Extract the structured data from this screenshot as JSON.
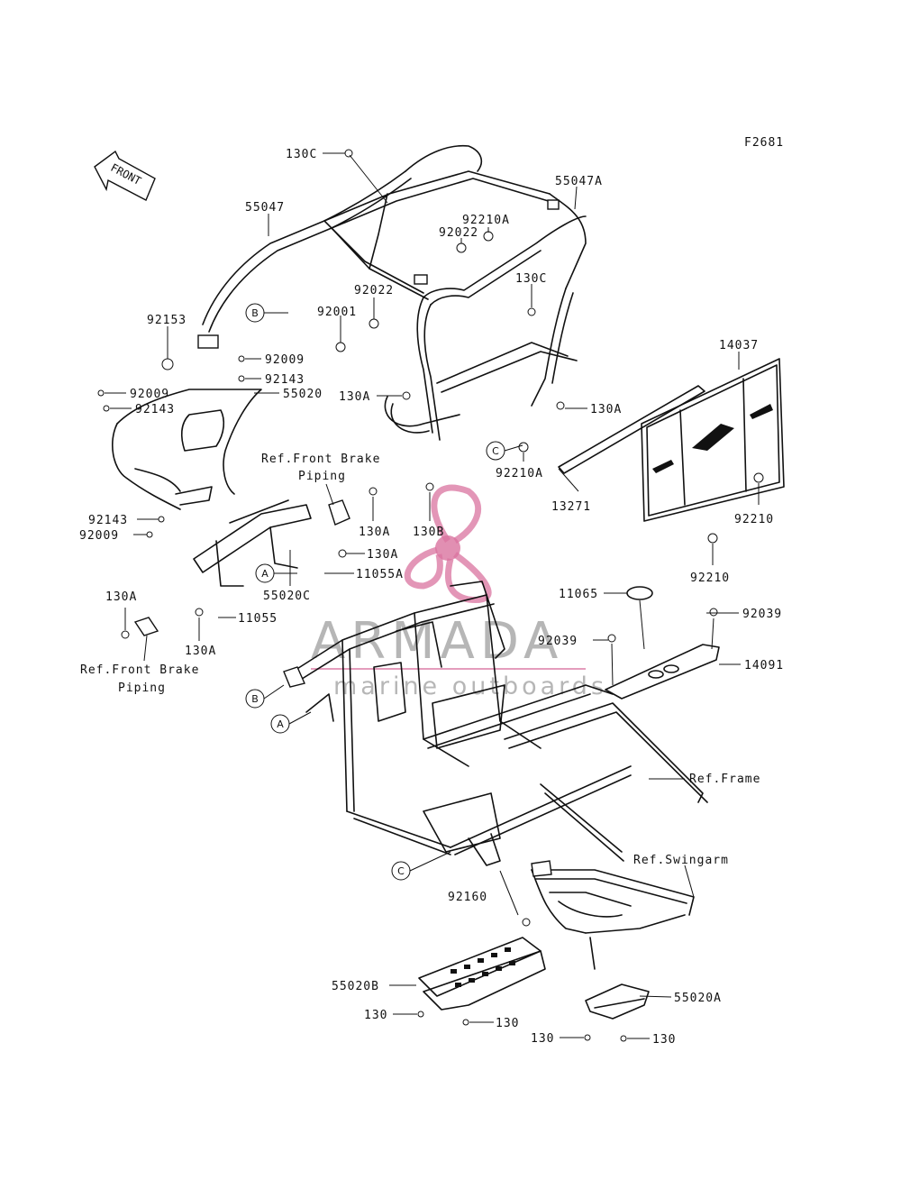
{
  "figure_code": "F2681",
  "front_arrow_label": "FRONT",
  "watermark": {
    "brand": "ARMADA",
    "tagline": "marine outboards"
  },
  "callouts": {
    "c_130C_top": "130C",
    "c_55047": "55047",
    "c_55047A": "55047A",
    "c_92210A_top": "92210A",
    "c_92022_a": "92022",
    "c_92022_b": "92022",
    "c_92001": "92001",
    "c_130C_mid": "130C",
    "c_92153": "92153",
    "c_92009_a": "92009",
    "c_92143_a": "92143",
    "c_55020": "55020",
    "c_92009_b": "92009",
    "c_92143_b": "92143",
    "c_14037": "14037",
    "c_130A_left": "130A",
    "c_130A_right": "130A",
    "c_92210A_mid": "92210A",
    "c_13271": "13271",
    "c_92210_a": "92210",
    "c_92210_b": "92210",
    "c_130A_c": "130A",
    "c_130B": "130B",
    "c_130A_d": "130A",
    "c_11055A": "11055A",
    "c_92143_c": "92143",
    "c_92009_c": "92009",
    "c_55020C": "55020C",
    "c_11055": "11055",
    "c_130A_e": "130A",
    "c_130A_f": "130A",
    "c_11065": "11065",
    "c_92039_a": "92039",
    "c_92039_b": "92039",
    "c_14091": "14091",
    "c_92160": "92160",
    "c_55020B": "55020B",
    "c_130_a": "130",
    "c_130_b": "130",
    "c_130_c": "130",
    "c_130_d": "130",
    "c_55020A": "55020A"
  },
  "references": {
    "front_brake_piping_top": [
      "Ref.Front Brake",
      "Piping"
    ],
    "front_brake_piping_bottom": [
      "Ref.Front Brake",
      "Piping"
    ],
    "frame": "Ref.Frame",
    "swingarm": "Ref.Swingarm"
  },
  "circle_markers": {
    "b_top": "B",
    "a_mid": "A",
    "c_mid": "C",
    "b_left": "B",
    "a_left": "A",
    "c_low": "C"
  }
}
